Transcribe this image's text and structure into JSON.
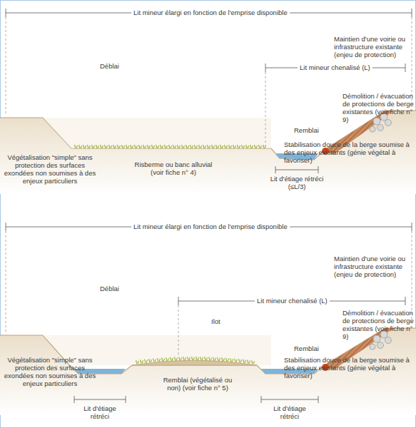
{
  "diagram": {
    "labels": [
      "Lit mineur élargi en fonction de l'emprise disponible",
      "Lit mineur chenalisé (L)",
      "Maintien d'une voirie ou infrastructure existante (enjeu de protection)",
      "Déblai",
      "Démolition / évacuation de protections de berge existantes (voir fiche n° 9)",
      "Remblai",
      "Végétalisation \"simple\" sans protection des surfaces exondées non soumises à des enjeux particuliers",
      "Risberme ou banc alluvial (voir fiche n° 4)",
      "Stabilisation douce de la berge soumise à des enjeux existants (génie végétal à favoriser)",
      "Lit d'étiage rétréci (≤L/3)",
      "Lit mineur élargi en fonction de l'emprise disponible",
      "Lit mineur chenalisé (L)",
      "Maintien d'une voirie ou infrastructure existante (enjeu de protection)",
      "Déblai",
      "Ilot",
      "Démolition / évacuation de protections de berge existantes (voir fiche n° 9)",
      "Remblai",
      "Végétalisation \"simple\" sans protection des surfaces exondées non soumises à des enjeux particuliers",
      "Remblai (végétalisé ou non) (voir fiche n° 5)",
      "Stabilisation douce de la berge soumise à des enjeux existants (génie végétal à favoriser)",
      "Lit d'étiage rétréci",
      "Lit d'étiage rétréci"
    ]
  }
}
